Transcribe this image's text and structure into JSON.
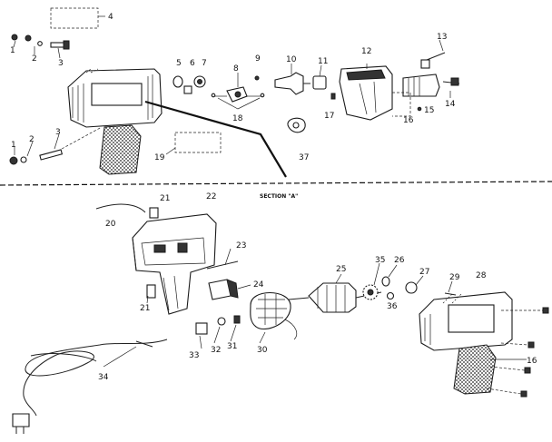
{
  "section_label": "SECTION \"A\"",
  "callouts": {
    "n1a": "1",
    "n2a": "2",
    "n3a": "3",
    "n4": "4",
    "n5": "5",
    "n6": "6",
    "n7": "7",
    "n8": "8",
    "n9": "9",
    "n10": "10",
    "n11": "11",
    "n12": "12",
    "n13": "13",
    "n14": "14",
    "n15": "15",
    "n16a": "16",
    "n17": "17",
    "n18": "18",
    "n19": "19",
    "n37": "37",
    "n1b": "1",
    "n2b": "2",
    "n3b": "3",
    "n20": "20",
    "n21a": "21",
    "n21b": "21",
    "n22": "22",
    "n23": "23",
    "n24": "24",
    "n25": "25",
    "n26": "26",
    "n27": "27",
    "n28": "28",
    "n29": "29",
    "n30": "30",
    "n31": "31",
    "n32": "32",
    "n33": "33",
    "n34": "34",
    "n35": "35",
    "n36": "36",
    "n16b": "16"
  }
}
